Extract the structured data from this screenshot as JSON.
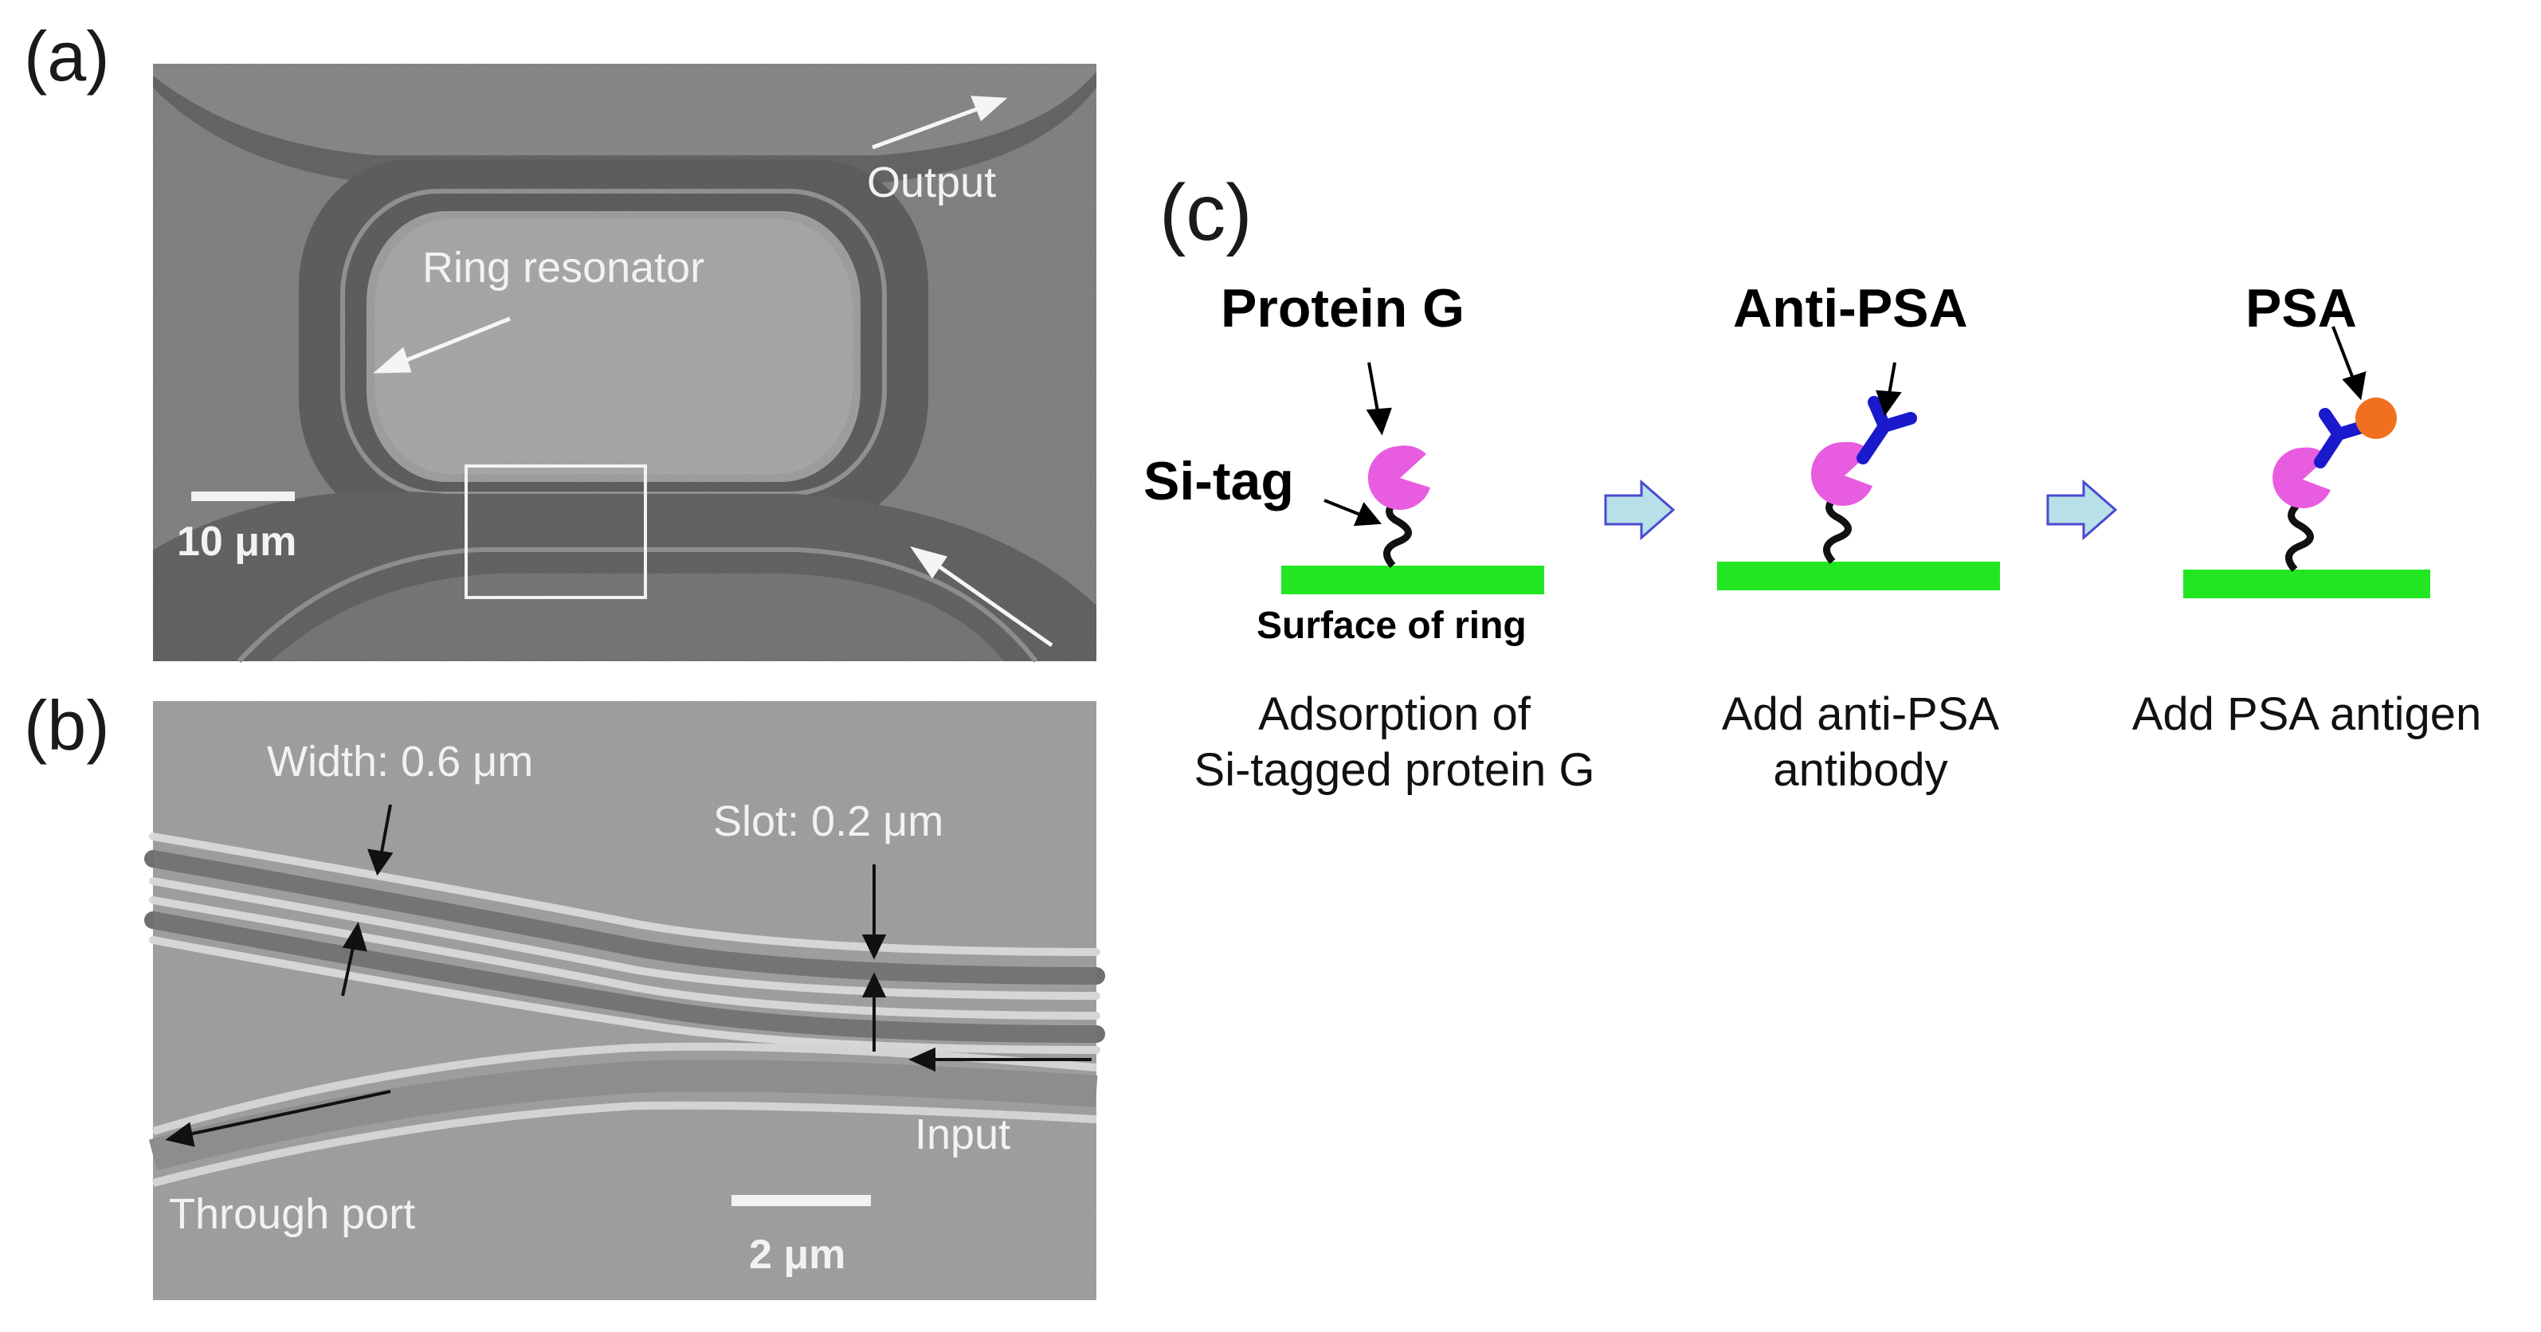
{
  "panels": {
    "a": {
      "letter": "(a)",
      "output_label": "Output",
      "ring_label": "Ring resonator",
      "scale_label": "10 μm"
    },
    "b": {
      "letter": "(b)",
      "width_label": "Width: 0.6 μm",
      "slot_label": "Slot: 0.2 μm",
      "input_label": "Input",
      "through_label": "Through port",
      "scale_label": "2 μm"
    },
    "c": {
      "letter": "(c)",
      "steps": [
        {
          "molecule_label": "Protein G",
          "tag_label": "Si-tag",
          "surface_label": "Surface of ring",
          "caption_line1": "Adsorption of",
          "caption_line2": "Si-tagged protein G"
        },
        {
          "molecule_label": "Anti-PSA",
          "caption_line1": "Add anti-PSA",
          "caption_line2": "antibody"
        },
        {
          "molecule_label": "PSA",
          "caption_line1": "Add PSA antigen",
          "caption_line2": ""
        }
      ]
    }
  },
  "colors": {
    "surface_green": "#22e622",
    "protein_g_pink": "#e85ce0",
    "antibody_blue": "#1a1acc",
    "psa_orange": "#f07020",
    "flow_arrow_fill": "#b8e0e8",
    "flow_arrow_stroke": "#4a4ad0"
  }
}
